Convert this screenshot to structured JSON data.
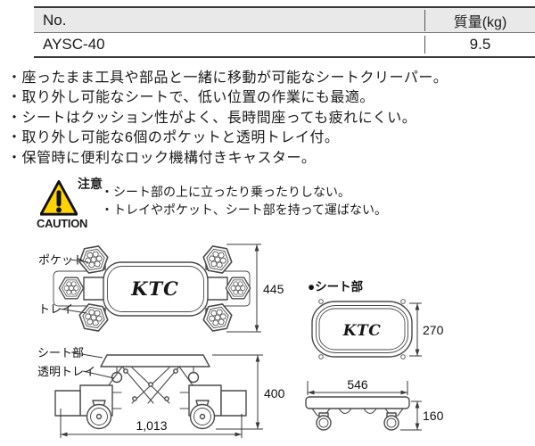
{
  "table": {
    "no_header": "No.",
    "mass_header": "質量(kg)",
    "model": "AYSC-40",
    "mass": "9.5"
  },
  "features": [
    "・座ったまま工具や部品と一緒に移動が可能なシートクリーパー。",
    "・取り外し可能なシートで、低い位置の作業にも最適。",
    "・シートはクッション性がよく、長時間座っても疲れにくい。",
    "・取り外し可能な6個のポケットと透明トレイ付。",
    "・保管時に便利なロック機構付きキャスター。"
  ],
  "caution": {
    "jp": "注意",
    "en": "CAUTION",
    "items": [
      "・シート部の上に立ったり乗ったりしない。",
      "・トレイやポケット、シート部を持って運ばない。"
    ]
  },
  "diagram": {
    "brand": "KTC",
    "pocket_label": "ポケット",
    "tray_label": "トレイ",
    "seat_label": "シート部",
    "clear_tray_label": "透明トレイ",
    "seat_section_label": "●シート部",
    "dim_width": "445",
    "dim_seat_depth": "270",
    "dim_total_height": "400",
    "dim_total_length": "1,013",
    "dim_seat_width": "546",
    "dim_base_height": "160"
  },
  "colors": {
    "caution_yellow": "#ffd400",
    "table_header_bg": "#e9e9e9",
    "line_color": "#4a4a4a"
  }
}
